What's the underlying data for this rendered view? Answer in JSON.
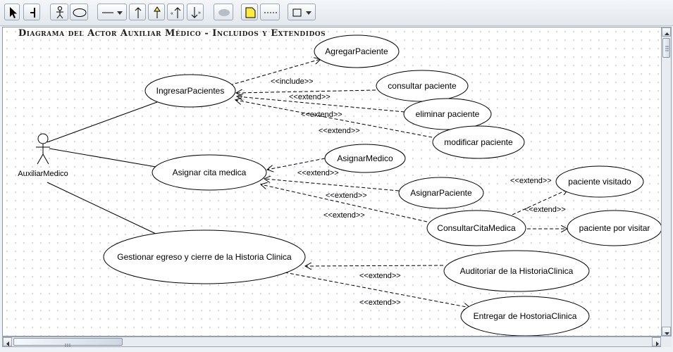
{
  "diagram": {
    "title": "Diagrama del Actor Auxiliar Médico - Incluidos y Extendidos",
    "actor": {
      "name": "AuxiliarMedico"
    },
    "use_cases": {
      "ingresar": "IngresarPacientes",
      "agregar": "AgregarPaciente",
      "consultar": "consultar paciente",
      "eliminar": "eliminar paciente",
      "modificar": "modificar paciente",
      "asignar_cita": "Asignar cita medica",
      "asignar_medico": "AsignarMedico",
      "asignar_paciente": "AsignarPaciente",
      "consultar_cita": "ConsultarCitaMedica",
      "paciente_visitado": "paciente visitado",
      "paciente_por_visitar": "paciente por visitar",
      "gestionar": "Gestionar egreso y cierre de la Historia Clinica",
      "auditoriar": "Auditoriar de la HistoriaClinica",
      "entregar": "Entregar de HostoriaClinica"
    },
    "stereotypes": {
      "include": "<<include>>",
      "extend": "<<extend>>"
    }
  },
  "toolbar": {
    "tools": [
      "select-tool",
      "anchor-tool",
      "actor-tool",
      "usecase-tool",
      "association-tool",
      "dependency-tool",
      "generalization-tool",
      "include-tool",
      "extend-tool",
      "system-boundary-tool",
      "note-tool",
      "note-link-tool",
      "rectangle-tool"
    ]
  }
}
